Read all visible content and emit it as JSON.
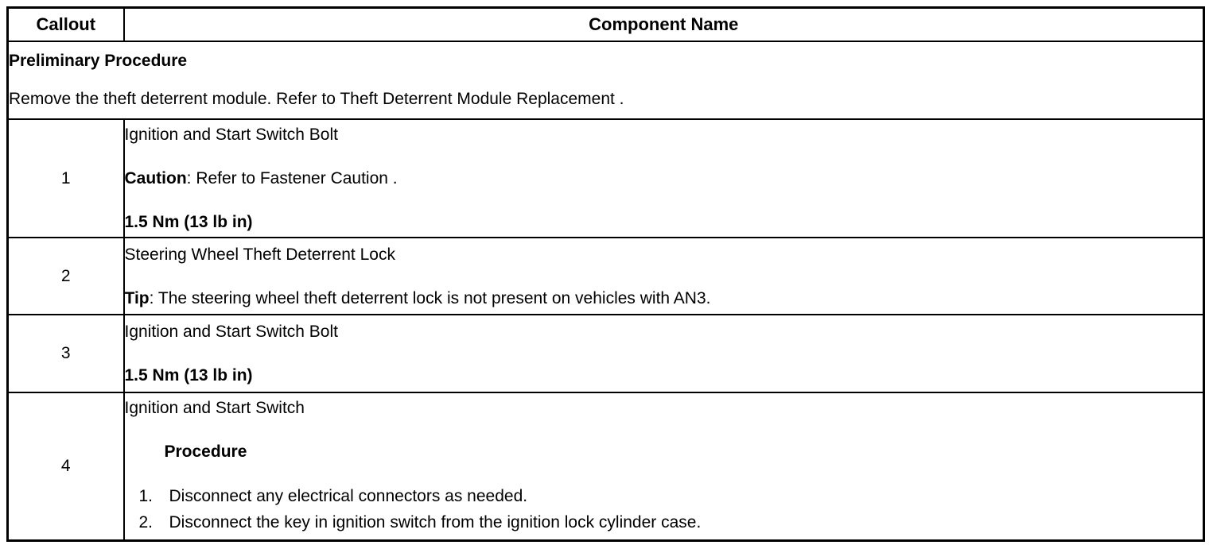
{
  "table": {
    "headers": {
      "callout": "Callout",
      "component": "Component Name"
    },
    "preliminary": {
      "title": "Preliminary Procedure",
      "text": "Remove the theft deterrent module. Refer to Theft Deterrent Module Replacement ."
    },
    "rows": [
      {
        "callout": "1",
        "name": "Ignition and Start Switch Bolt",
        "caution_label": "Caution",
        "caution_text": ": Refer to Fastener Caution .",
        "torque": "1.5 Nm (13 lb in)"
      },
      {
        "callout": "2",
        "name": "Steering Wheel Theft Deterrent Lock",
        "tip_label": "Tip",
        "tip_text": ": The steering wheel theft deterrent lock is not present on vehicles with AN3."
      },
      {
        "callout": "3",
        "name": "Ignition and Start Switch Bolt",
        "torque": "1.5 Nm (13 lb in)"
      },
      {
        "callout": "4",
        "name": "Ignition and Start Switch",
        "procedure_heading": "Procedure",
        "steps": [
          {
            "num": "1.",
            "text": "Disconnect any electrical connectors as needed."
          },
          {
            "num": "2.",
            "text": "Disconnect the key in ignition switch from the ignition lock cylinder case."
          }
        ]
      }
    ]
  },
  "colors": {
    "border": "#000000",
    "text": "#000000",
    "background": "#ffffff"
  }
}
